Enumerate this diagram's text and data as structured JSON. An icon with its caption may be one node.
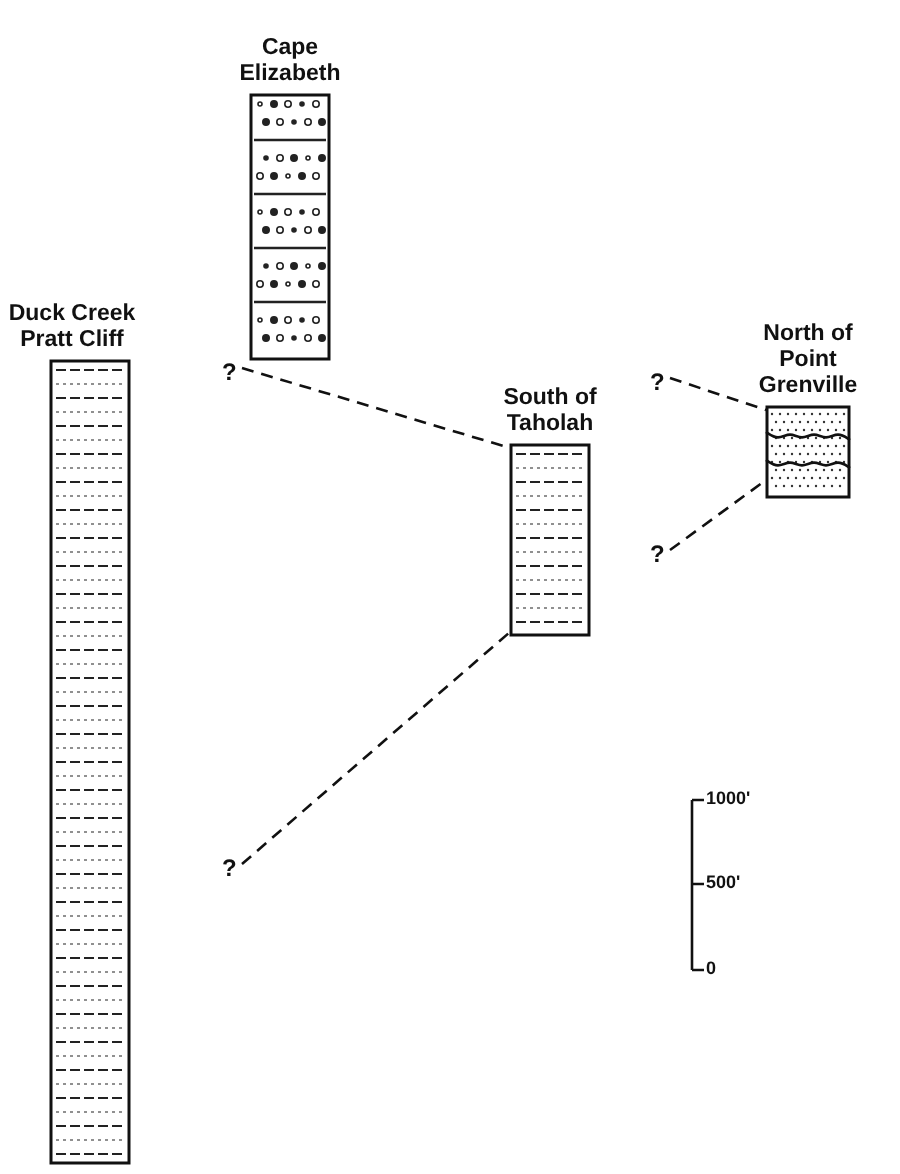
{
  "diagram": {
    "nodes": [
      {
        "text": [
          "Cape Elizabeth"
        ]
      },
      {
        "text": [
          "Duck Creek Pratt Cliff"
        ]
      },
      {
        "text": [
          "?"
        ]
      },
      {
        "text": [
          "South of Taholah"
        ]
      },
      {
        "text": [
          "?"
        ]
      },
      {
        "text": [
          "North of Point Grenville"
        ]
      },
      {
        "text": [
          "?"
        ]
      },
      {
        "text": [
          "?"
        ]
      }
    ],
    "edges": [
      {
        "from": 2,
        "to": 3,
        "arrow": "none",
        "style": "dashed"
      },
      {
        "from": 4,
        "to": 5,
        "arrow": "none",
        "style": "dashed"
      },
      {
        "from": 6,
        "to": 5,
        "arrow": "none",
        "style": "dashed"
      },
      {
        "from": 7,
        "to": 3,
        "arrow": "none",
        "style": "dashed"
      }
    ],
    "labels": [
      "1000'",
      "500'",
      "0"
    ]
  }
}
